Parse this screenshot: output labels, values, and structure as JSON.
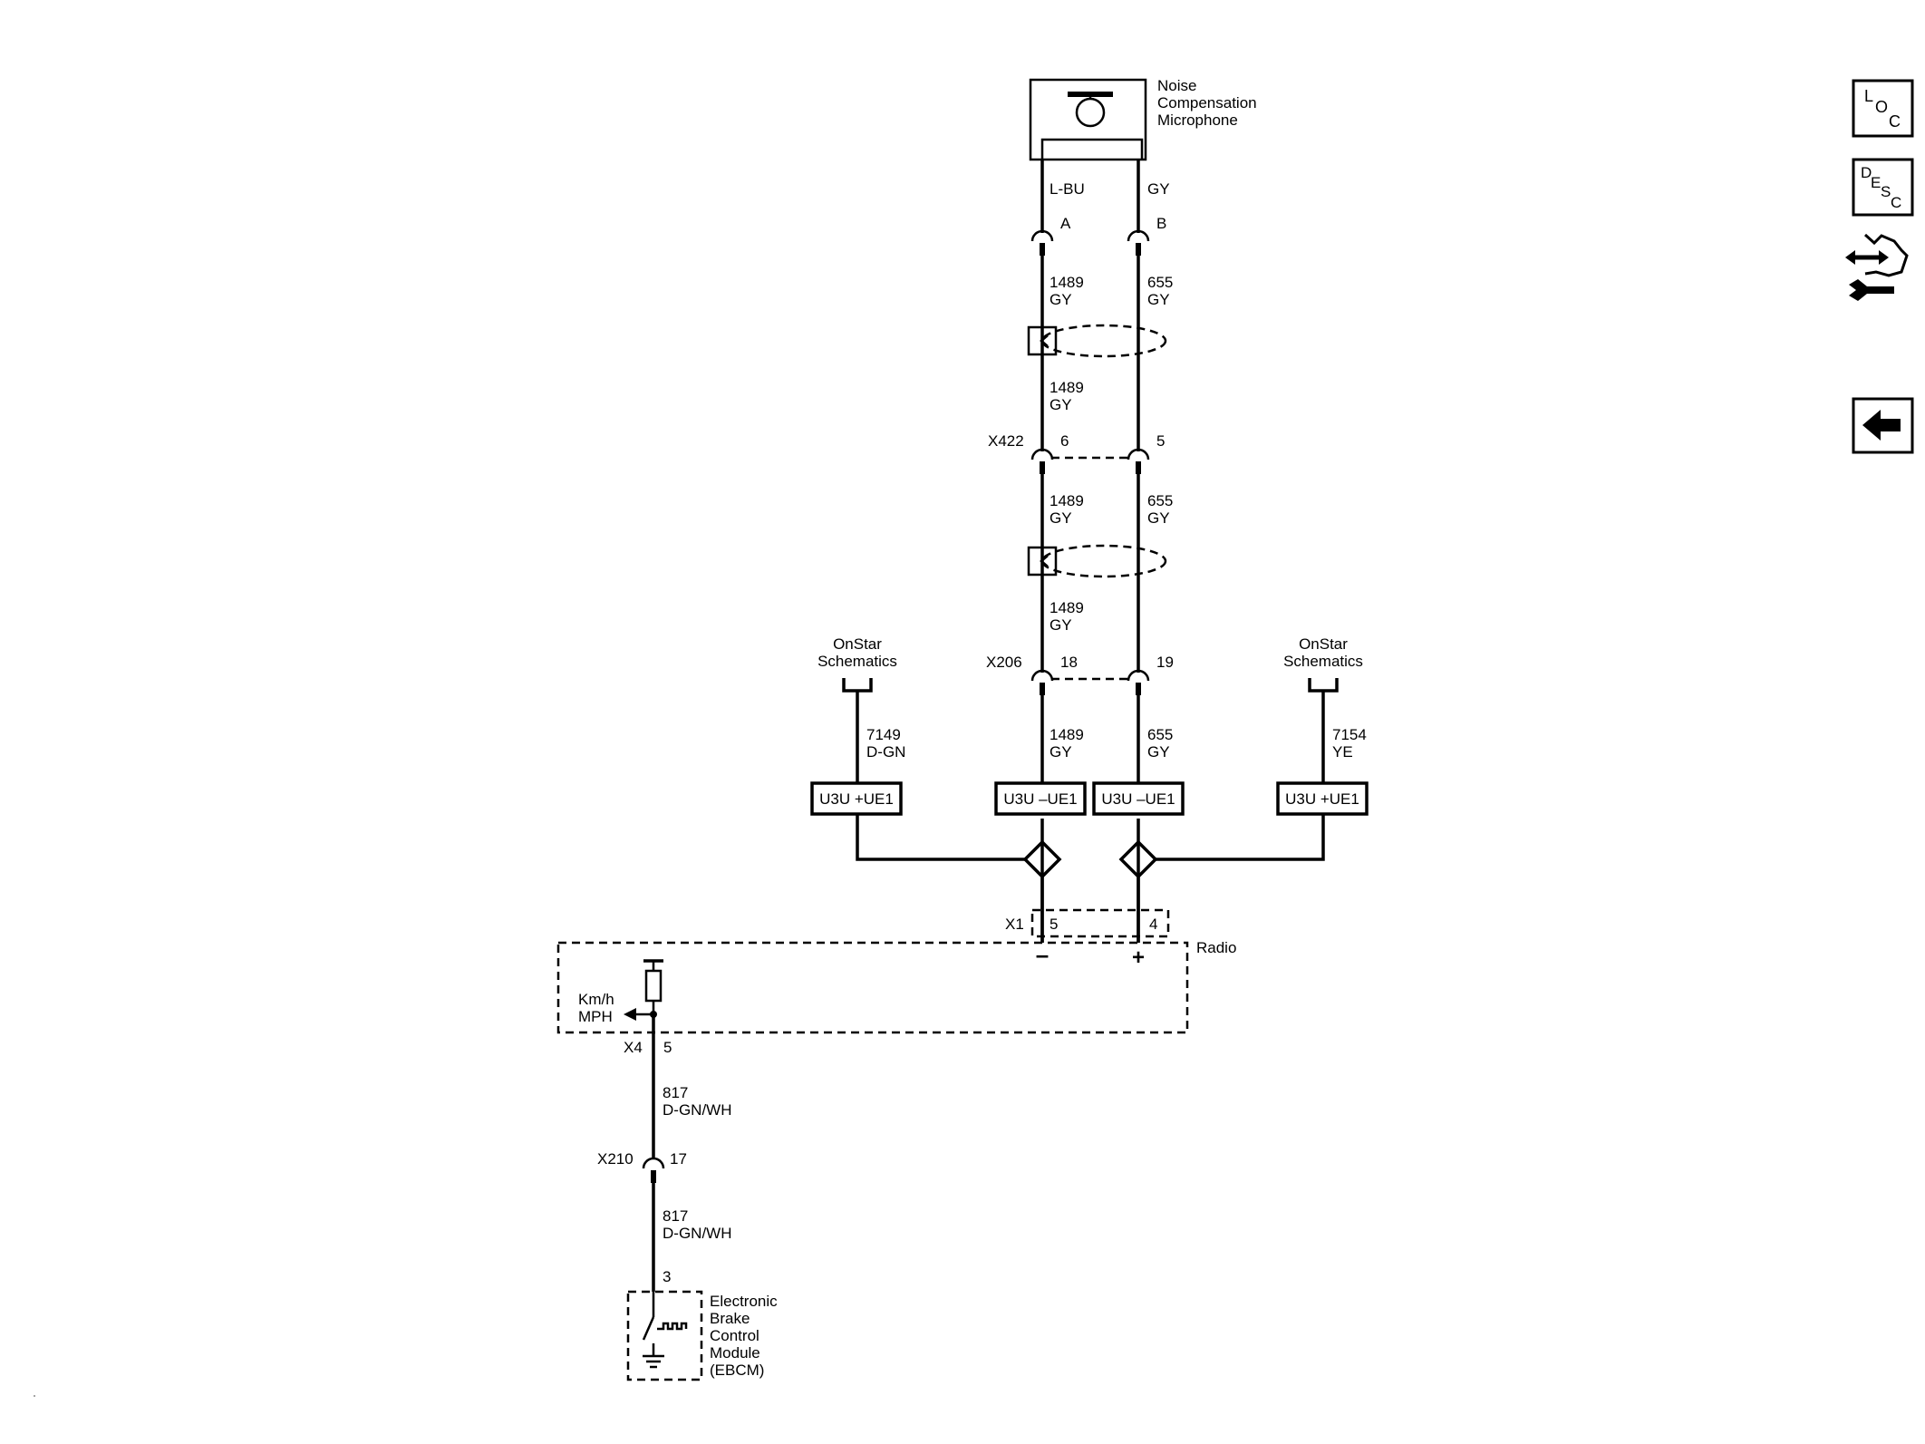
{
  "microphone": {
    "name": [
      "Noise",
      "Compensation",
      "Microphone"
    ]
  },
  "mic_wires": {
    "left_color": "L-BU",
    "right_color": "GY"
  },
  "mic_pins": {
    "left": "A",
    "right": "B"
  },
  "circuits": {
    "seg1_left": [
      "1489",
      "GY"
    ],
    "seg1_right": [
      "655",
      "GY"
    ],
    "seg2_left": [
      "1489",
      "GY"
    ],
    "seg3_left": [
      "1489",
      "GY"
    ],
    "seg3_right": [
      "655",
      "GY"
    ],
    "seg4_left": [
      "1489",
      "GY"
    ],
    "seg5_left": [
      "1489",
      "GY"
    ],
    "seg5_right": [
      "655",
      "GY"
    ],
    "onstar_left": [
      "7149",
      "D-GN"
    ],
    "onstar_right": [
      "7154",
      "YE"
    ],
    "speed1": [
      "817",
      "D-GN/WH"
    ],
    "speed2": [
      "817",
      "D-GN/WH"
    ]
  },
  "connectors": {
    "x422": {
      "name": "X422",
      "left_pin": "6",
      "right_pin": "5"
    },
    "x206": {
      "name": "X206",
      "left_pin": "18",
      "right_pin": "19"
    },
    "x1": {
      "name": "X1",
      "left_pin": "5",
      "right_pin": "4"
    },
    "x4": {
      "name": "X4",
      "pin": "5"
    },
    "x210": {
      "name": "X210",
      "pin": "17"
    },
    "ebcm_pin": "3"
  },
  "references": {
    "onstar_left": [
      "OnStar",
      "Schematics"
    ],
    "onstar_right": [
      "OnStar",
      "Schematics"
    ]
  },
  "options": {
    "box1": "U3U +UE1",
    "box2": "U3U –UE1",
    "box3": "U3U –UE1",
    "box4": "U3U +UE1"
  },
  "radio": {
    "name": "Radio",
    "minus": "–",
    "plus": "+",
    "speed_out": [
      "Km/h",
      "MPH"
    ]
  },
  "ebcm": {
    "name": [
      "Electronic",
      "Brake",
      "Control",
      "Module",
      "(EBCM)"
    ]
  },
  "nav": {
    "loc": [
      "L",
      "O",
      "C"
    ],
    "desc": [
      "D",
      "E",
      "S",
      "C"
    ],
    "icons": [
      "loc-icon",
      "desc-icon",
      "connector-tool-icon",
      "back-arrow-icon"
    ]
  }
}
